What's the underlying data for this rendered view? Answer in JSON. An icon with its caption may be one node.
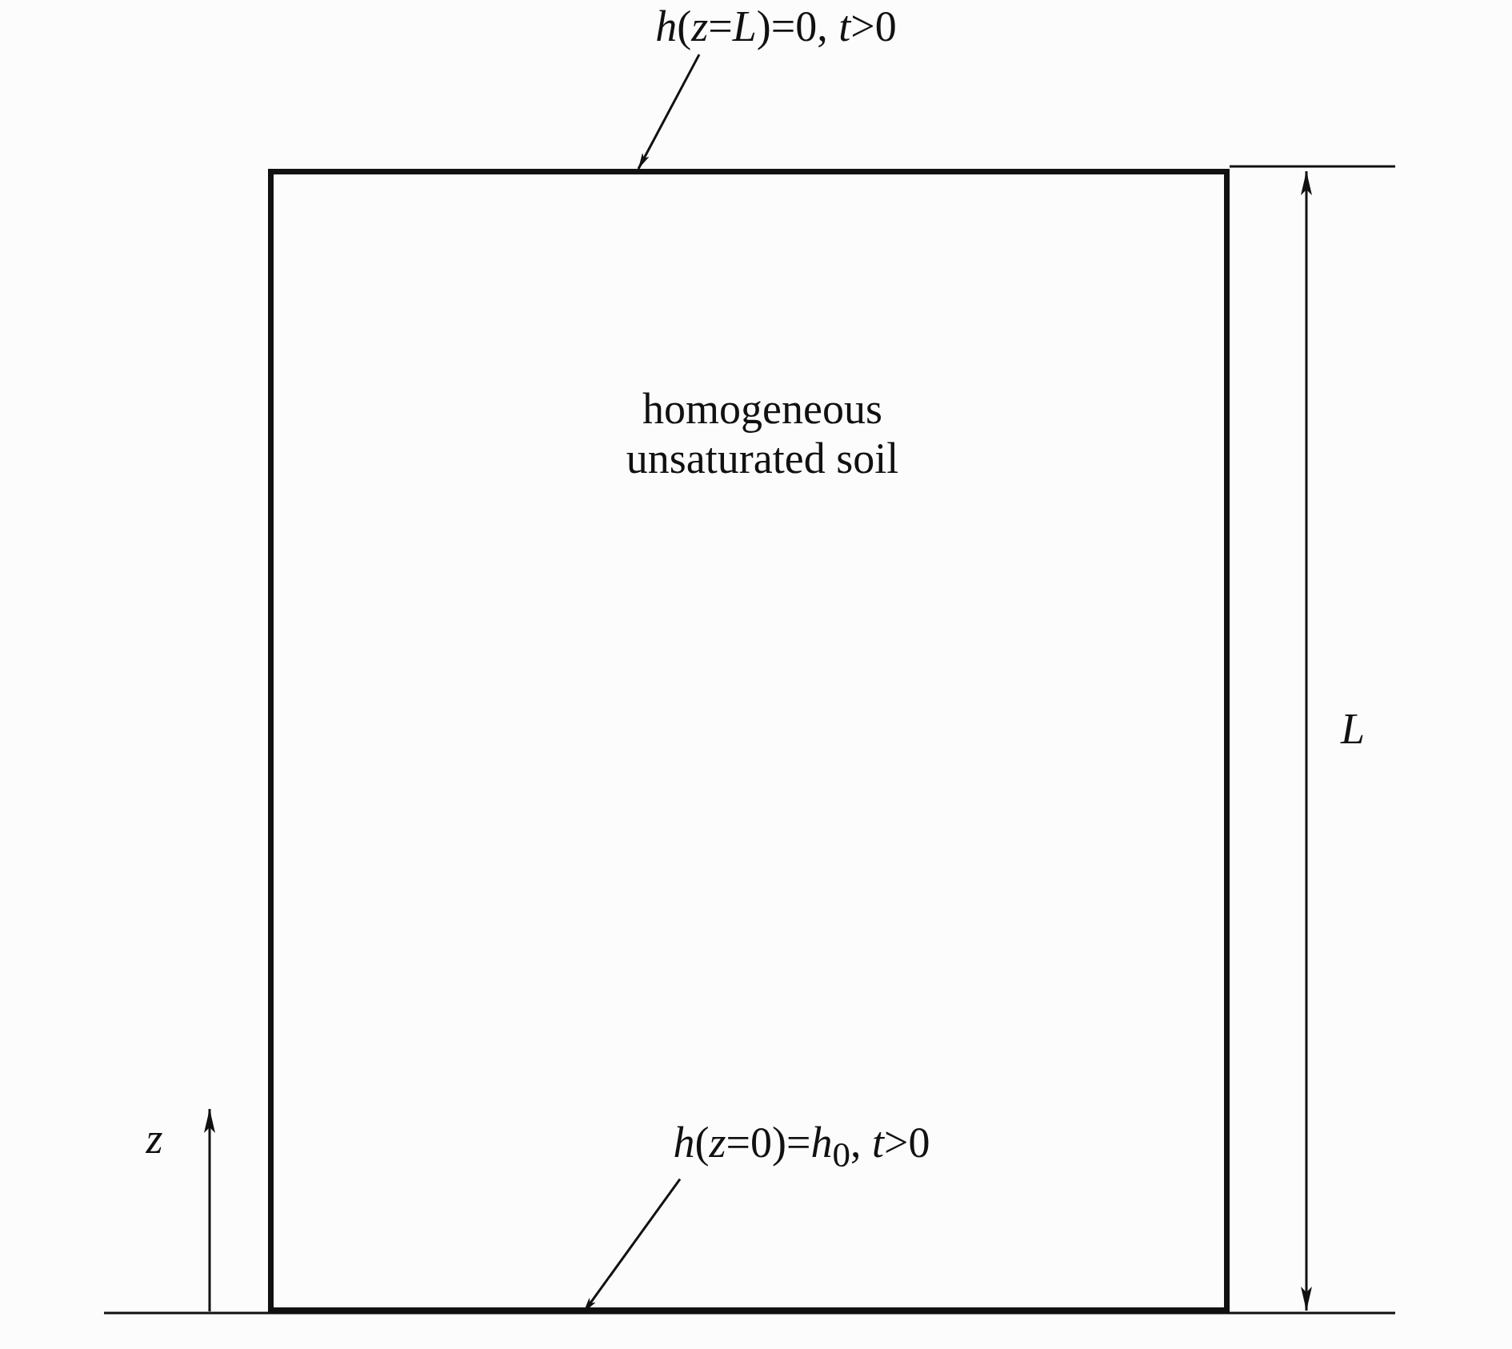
{
  "diagram": {
    "nodes": [
      {
        "text": [
          "homogeneous unsaturated soil"
        ]
      },
      {
        "text": [
          "*h*(*z*=*L*)=0, *t*>0"
        ]
      },
      {
        "text": [
          "*h*(*z*=0)=*h*$_{0}$, *t*>0"
        ],
        "in": 0
      }
    ],
    "edges": [
      {
        "from": 1,
        "to": 0,
        "arrow": "to"
      },
      {
        "from": 2,
        "to": 0,
        "arrow": "to"
      }
    ],
    "labels": [
      "*L*",
      "*z*"
    ]
  }
}
